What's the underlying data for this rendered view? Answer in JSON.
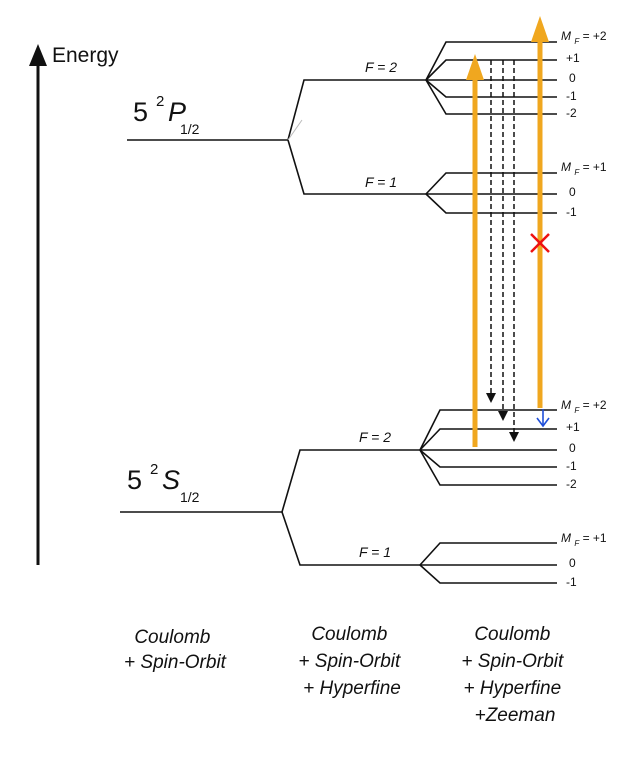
{
  "axis": {
    "label": "Energy"
  },
  "excited_state": {
    "label_main": "5",
    "label_sup": "2",
    "label_letter": "P",
    "label_sub": "1/2",
    "F2": {
      "label": "F = 2",
      "mf_prefix": "M",
      "mf_sub": "F",
      "mf_top": " = +2",
      "mf_values": [
        "+1",
        "0",
        "-1",
        "-2"
      ]
    },
    "F1": {
      "label": "F = 1",
      "mf_prefix": "M",
      "mf_sub": "F",
      "mf_top": " = +1",
      "mf_values": [
        "0",
        "-1"
      ]
    }
  },
  "ground_state": {
    "label_main": "5",
    "label_sup": "2",
    "label_letter": "S",
    "label_sub": "1/2",
    "F2": {
      "label": "F = 2",
      "mf_prefix": "M",
      "mf_sub": "F",
      "mf_top": " = +2",
      "mf_values": [
        "+1",
        "0",
        "-1",
        "-2"
      ]
    },
    "F1": {
      "label": "F = 1",
      "mf_prefix": "M",
      "mf_sub": "F",
      "mf_top": " = +1",
      "mf_values": [
        "0",
        "-1"
      ]
    }
  },
  "columns": [
    {
      "lines": [
        "Coulomb",
        "+ Spin-Orbit"
      ]
    },
    {
      "lines": [
        "Coulomb",
        "+ Spin-Orbit",
        "+ Hyperfine"
      ]
    },
    {
      "lines": [
        "Coulomb",
        "+ Spin-Orbit",
        "+ Hyperfine",
        "+Zeeman"
      ]
    }
  ],
  "colors": {
    "pump": "#f0a71f",
    "decay": "#111111",
    "blocked": "#ee1111",
    "relax": "#1f4fd8",
    "levels": "#111111"
  }
}
